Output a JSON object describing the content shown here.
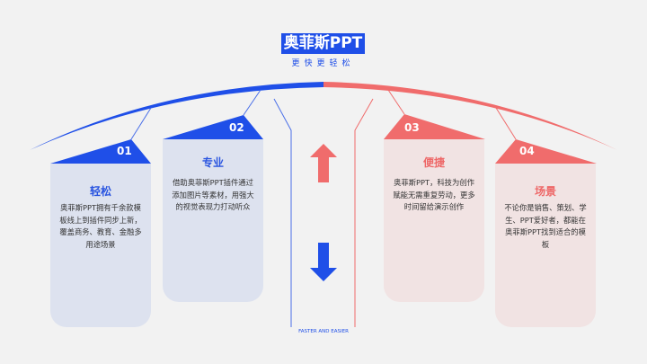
{
  "header": {
    "title": "奥菲斯PPT",
    "subtitle": "更快更轻松"
  },
  "footer": "FASTER AND EASIER",
  "colors": {
    "blue": "#1f4fe8",
    "red": "#f06c6c"
  },
  "cards": [
    {
      "num": "01",
      "title": "轻松",
      "text": "奥菲斯PPT拥有千余款模板线上到插件同步上新，覆盖商务、教育、金融多用途场景"
    },
    {
      "num": "02",
      "title": "专业",
      "text": "借助奥菲斯PPT插件通过添加图片等素材，用强大的视觉表现力打动听众"
    },
    {
      "num": "03",
      "title": "便捷",
      "text": "奥菲斯PPT，科技为创作赋能无需重复劳动，更多时间留给演示创作"
    },
    {
      "num": "04",
      "title": "场景",
      "text": "不论你是销售、策划、学生、PPT爱好者，都能在奥菲斯PPT找到适合的模板"
    }
  ]
}
